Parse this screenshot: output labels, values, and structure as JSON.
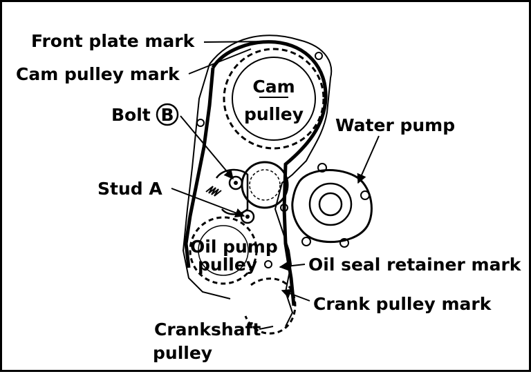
{
  "labels": {
    "front_plate_mark": "Front plate mark",
    "cam_pulley_mark": "Cam pulley mark",
    "bolt_prefix": "Bolt",
    "bolt_letter": "B",
    "stud_a": "Stud A",
    "cam_pulley_line1": "Cam",
    "cam_pulley_line2": "pulley",
    "water_pump": "Water pump",
    "oil_pump_line1": "Oil pump",
    "oil_pump_line2": "pulley",
    "oil_seal_retainer_mark": "Oil seal retainer mark",
    "crank_pulley_mark": "Crank pulley mark",
    "crankshaft_line1": "Crankshaft",
    "crankshaft_line2": "pulley"
  },
  "colors": {
    "ink": "#000000",
    "paper": "#ffffff"
  }
}
